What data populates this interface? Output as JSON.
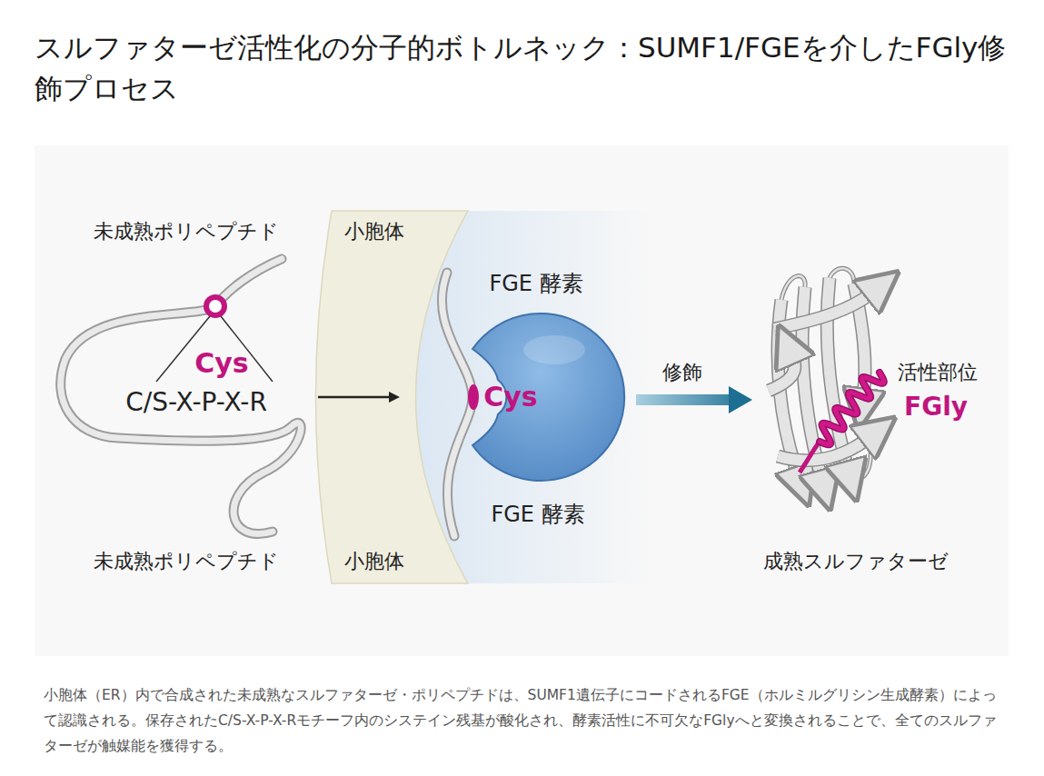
{
  "diagram": {
    "title": "スルファターゼ活性化の分子的ボトルネック：SUMF1/FGEを介したFGly修飾プロセス",
    "caption": "小胞体（ER）内で合成された未成熟なスルファターゼ・ポリペプチドは、SUMF1遺伝子にコードされるFGE（ホルミルグリシン生成酵素）によって認識される。保存されたC/S-X-P-X-Rモチーフ内のシステイン残基が酸化され、酵素活性に不可欠なFGlyへと変換されることで、全てのスルファターゼが触媒能を獲得する。",
    "nodes": [
      {
        "text": [
          "未成熟ポリペプチド",
          "Cys",
          "C/S-X-P-X-R",
          "未成熟ポリペプチド"
        ]
      },
      {
        "text": [
          "小胞体",
          "小胞体"
        ]
      },
      {
        "text": [
          "FGE 酵素",
          "Cys",
          "FGE 酵素"
        ],
        "in": 1
      },
      {
        "text": [
          "活性部位",
          "FGly",
          "成熟スルファターゼ"
        ]
      }
    ],
    "edges": [
      {
        "from": 0,
        "to": 2,
        "arrow": "to"
      },
      {
        "from": 2,
        "to": 3,
        "label": "修飾",
        "arrow": "to"
      }
    ]
  }
}
